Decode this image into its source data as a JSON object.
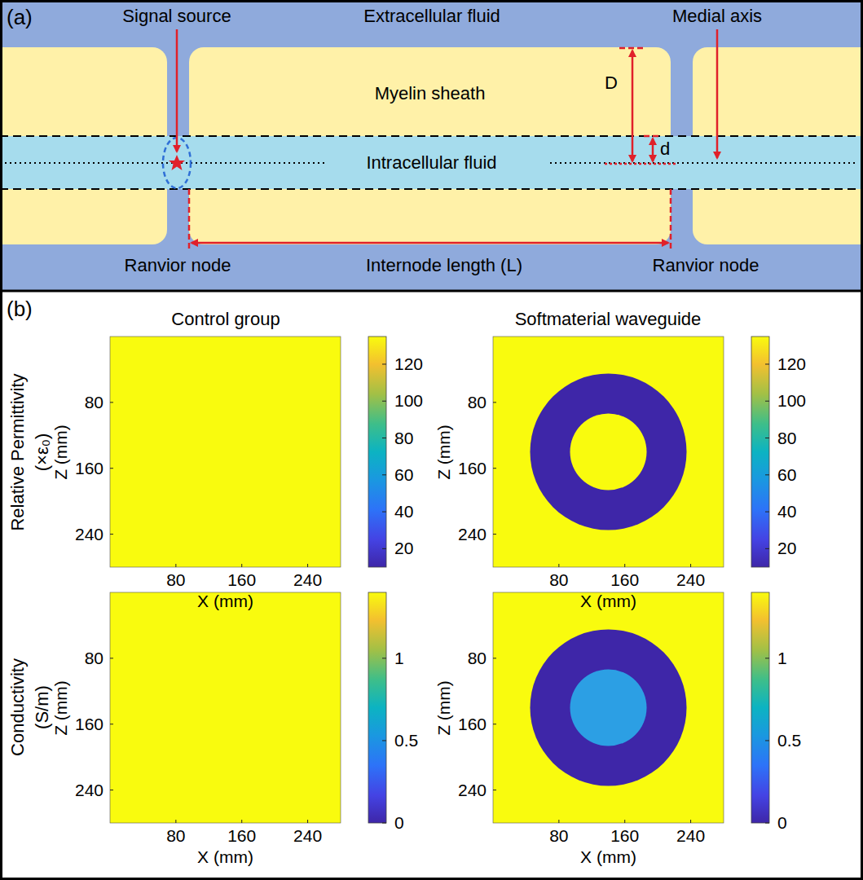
{
  "diagram": {
    "nodes": [
      {
        "text": [
          "Myelin sheath"
        ]
      },
      {
        "text": [
          "Intracellular fluid"
        ]
      }
    ],
    "labels": [
      "(a)",
      "Signal source",
      "Extracellular fluid",
      "Medial axis",
      "D",
      "d",
      "Ranvior node",
      "Internode length (L)",
      "Ranvior node",
      "(b)",
      "Control group",
      "Softmaterial waveguide",
      "Relative Permittivity",
      "(×ε₀)",
      "Conductivity",
      "(S/m)",
      "80",
      "160",
      "240",
      "Z (mm)",
      "80",
      "160",
      "240",
      "X (mm)",
      "120",
      "100",
      "80",
      "60",
      "40",
      "20",
      "80",
      "160",
      "240",
      "Z (mm)",
      "80",
      "160",
      "240",
      "X (mm)",
      "120",
      "100",
      "80",
      "60",
      "40",
      "20",
      "80",
      "160",
      "240",
      "Z (mm)",
      "80",
      "160",
      "240",
      "X (mm)",
      "1",
      "0.5",
      "0",
      "80",
      "160",
      "240",
      "Z (mm)",
      "80",
      "160",
      "240",
      "X (mm)",
      "1",
      "0.5",
      "0"
    ]
  }
}
